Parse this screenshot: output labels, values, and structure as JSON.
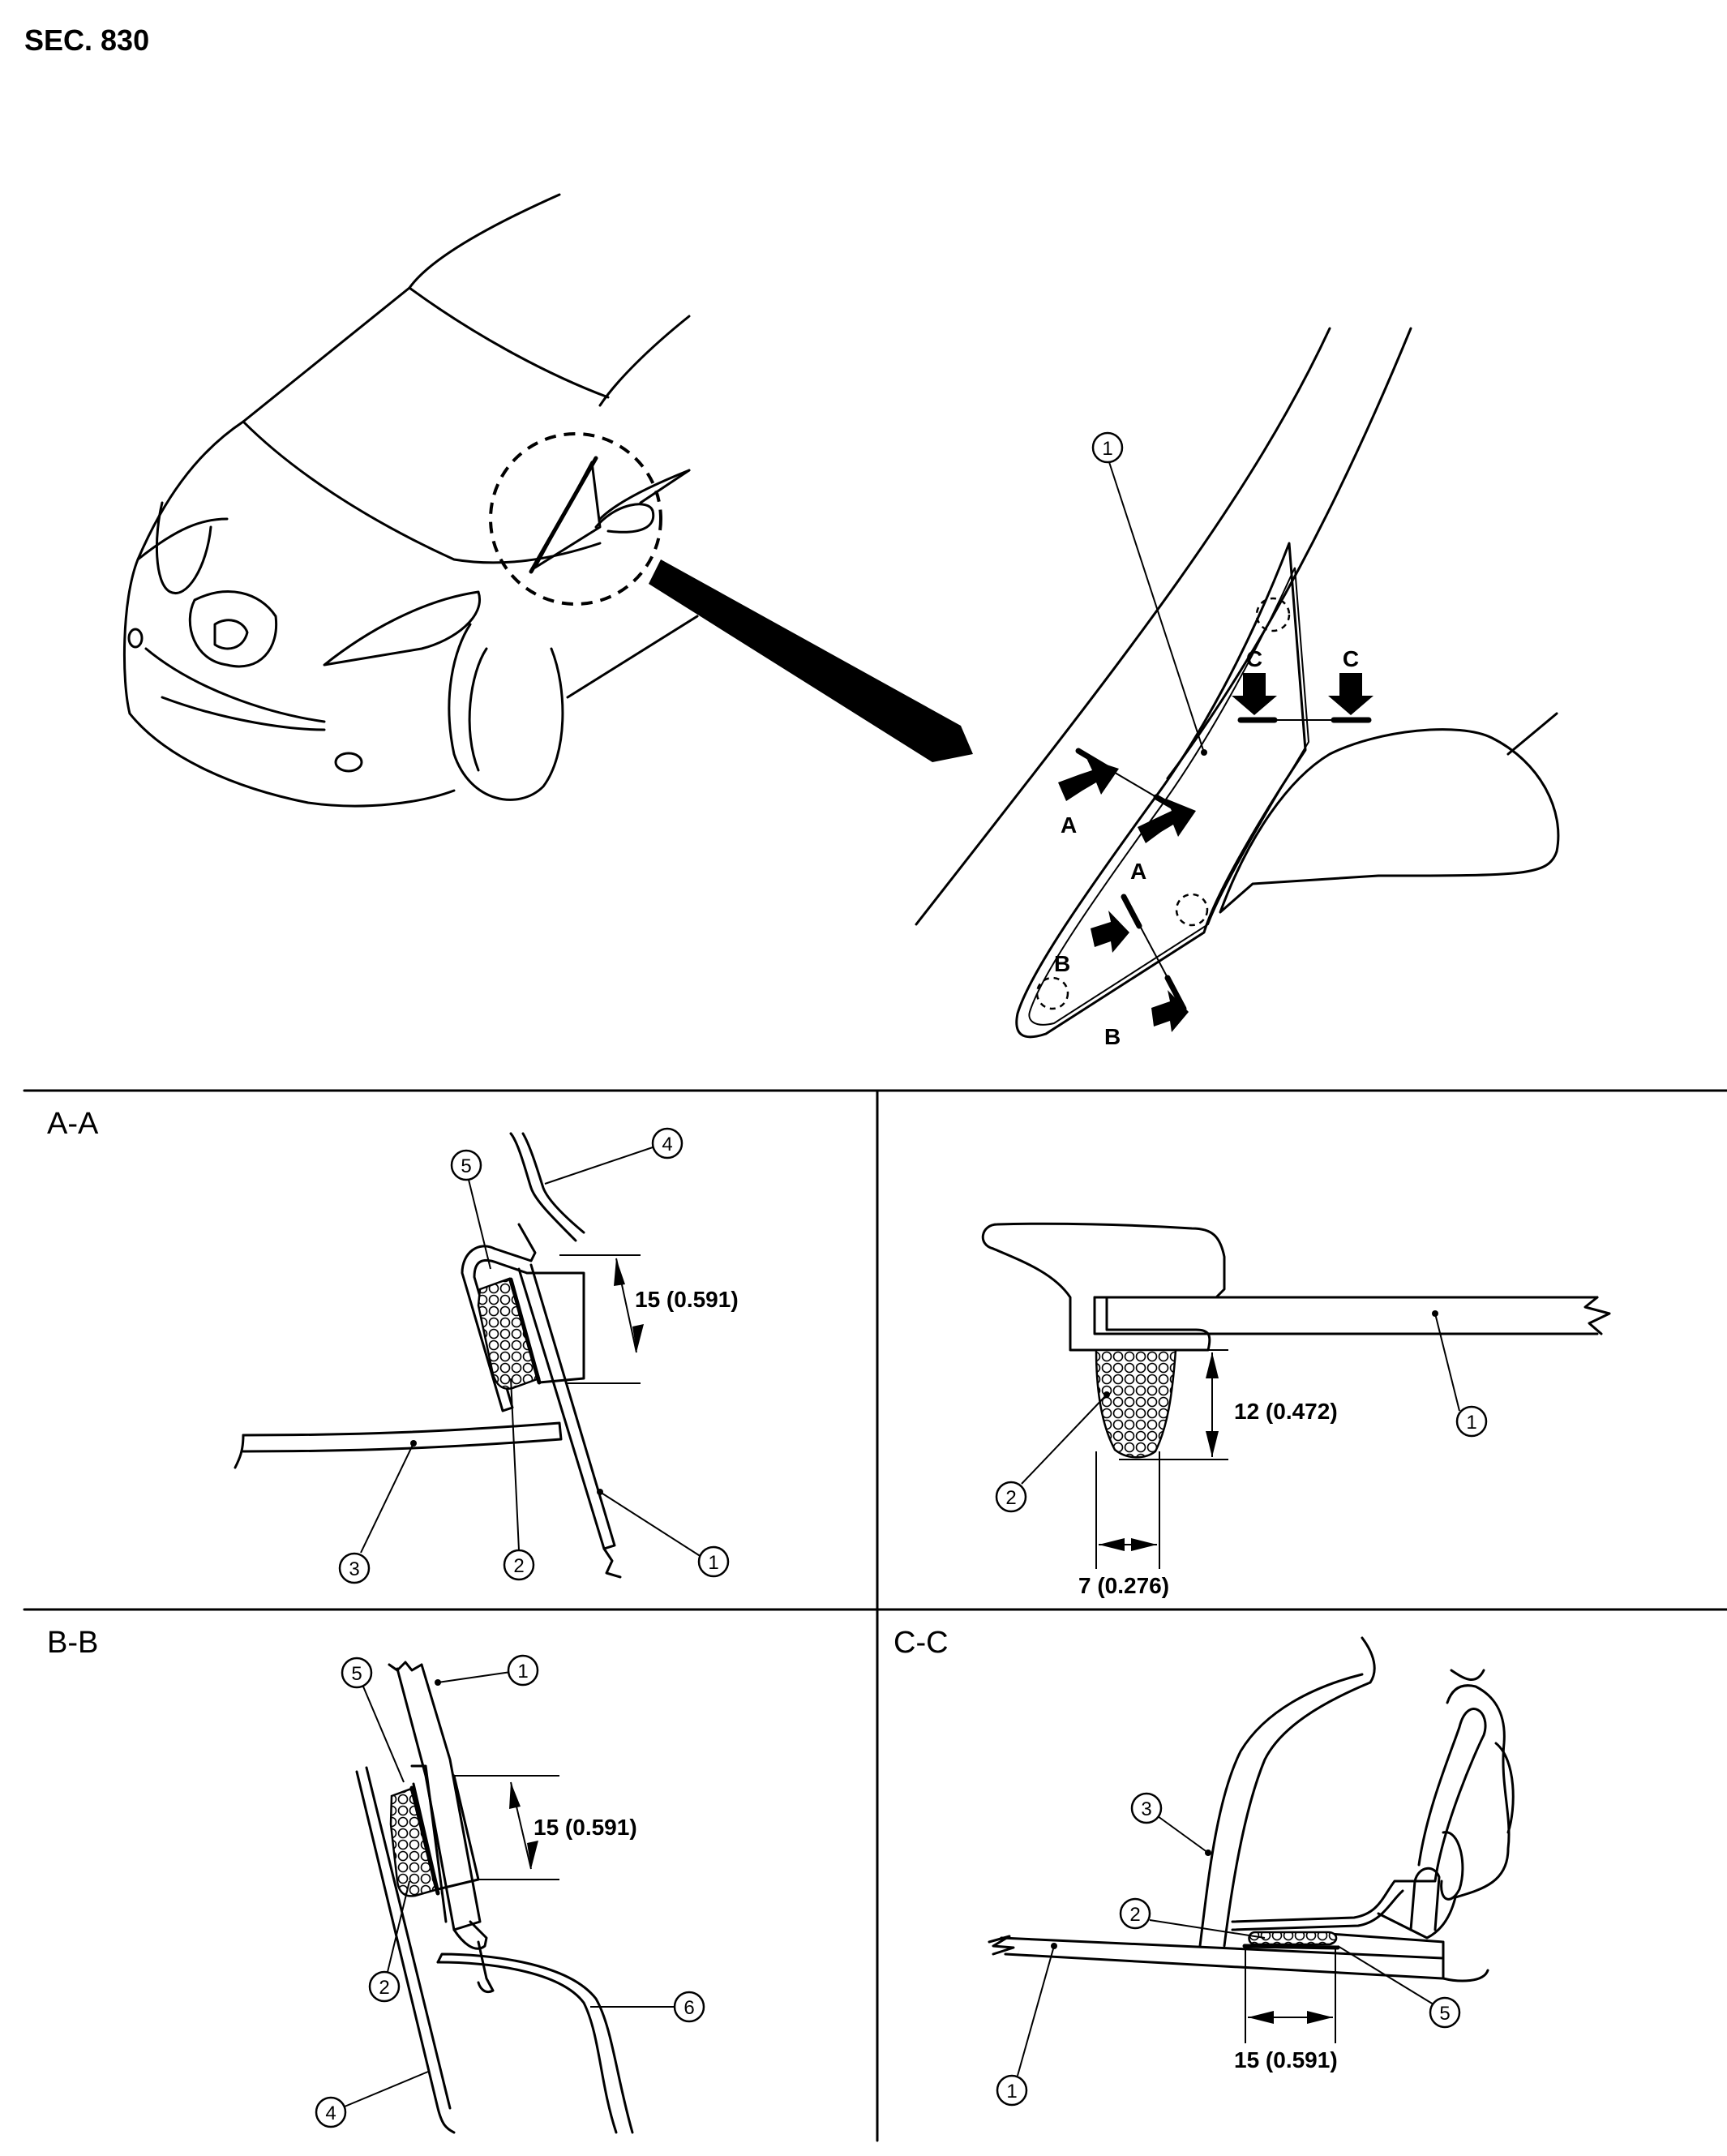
{
  "section": "SEC. 830",
  "views": {
    "aa": "A-A",
    "bb": "B-B",
    "cc": "C-C"
  },
  "section_markers": {
    "a": "A",
    "b": "B",
    "c": "C"
  },
  "callouts": {
    "n1": "1",
    "n2": "2",
    "n3": "3",
    "n4": "4",
    "n5": "5",
    "n6": "6"
  },
  "dimensions": {
    "aa_height": "15 (0.591)",
    "detail_height": "12 (0.472)",
    "detail_width": "7 (0.276)",
    "bb_height": "15 (0.591)",
    "cc_width": "15 (0.591)"
  }
}
